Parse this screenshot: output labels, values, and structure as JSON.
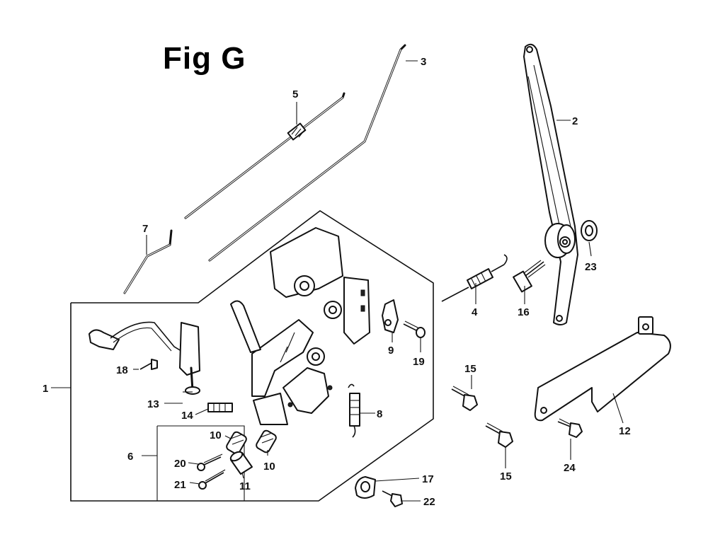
{
  "figure": {
    "title": "Fig G"
  },
  "callouts": {
    "c1": "1",
    "c2": "2",
    "c3": "3",
    "c4": "4",
    "c5": "5",
    "c6": "6",
    "c7": "7",
    "c8": "8",
    "c9": "9",
    "c10a": "10",
    "c10b": "10",
    "c11": "11",
    "c12": "12",
    "c13": "13",
    "c14": "14",
    "c15a": "15",
    "c15b": "15",
    "c16": "16",
    "c17": "17",
    "c18": "18",
    "c19": "19",
    "c20": "20",
    "c21": "21",
    "c22": "22",
    "c23": "23",
    "c24": "24"
  }
}
